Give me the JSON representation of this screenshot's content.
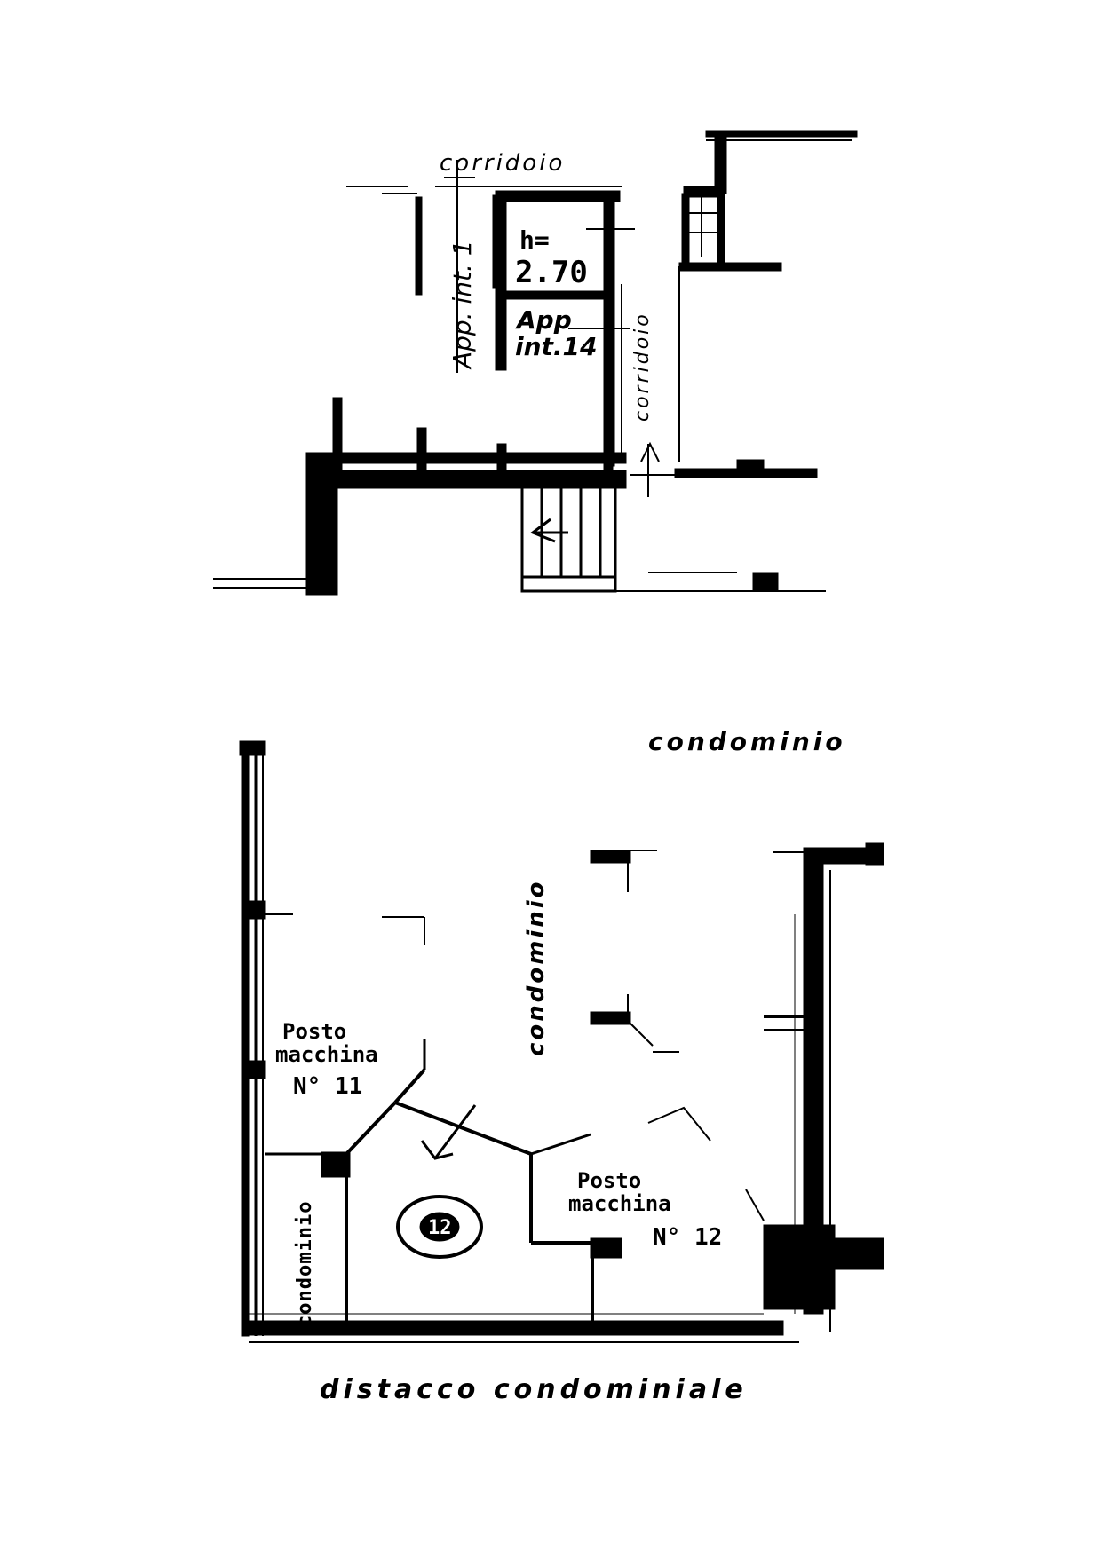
{
  "top_plan": {
    "corridor_top_label": "corridoio",
    "corridor_right_label": "corridoio",
    "unit_1_label": "App. int. 1",
    "height_label_line1": "h=",
    "height_label_line2": "2.70",
    "unit_14_label_line1": "App",
    "unit_14_label_line2": "int.14"
  },
  "bottom_plan": {
    "top_label": "condominio",
    "center_label": "condominio",
    "left_strip_label": "condominio",
    "parking_11": {
      "line1": "Posto",
      "line2": "macchina",
      "line3": "N° 11"
    },
    "parking_12": {
      "line1": "Posto",
      "line2": "macchina",
      "line3": "N° 12"
    },
    "marker_number": "12",
    "bottom_label": "distacco condominiale"
  },
  "colors": {
    "ink": "#000000",
    "paper": "#ffffff"
  }
}
